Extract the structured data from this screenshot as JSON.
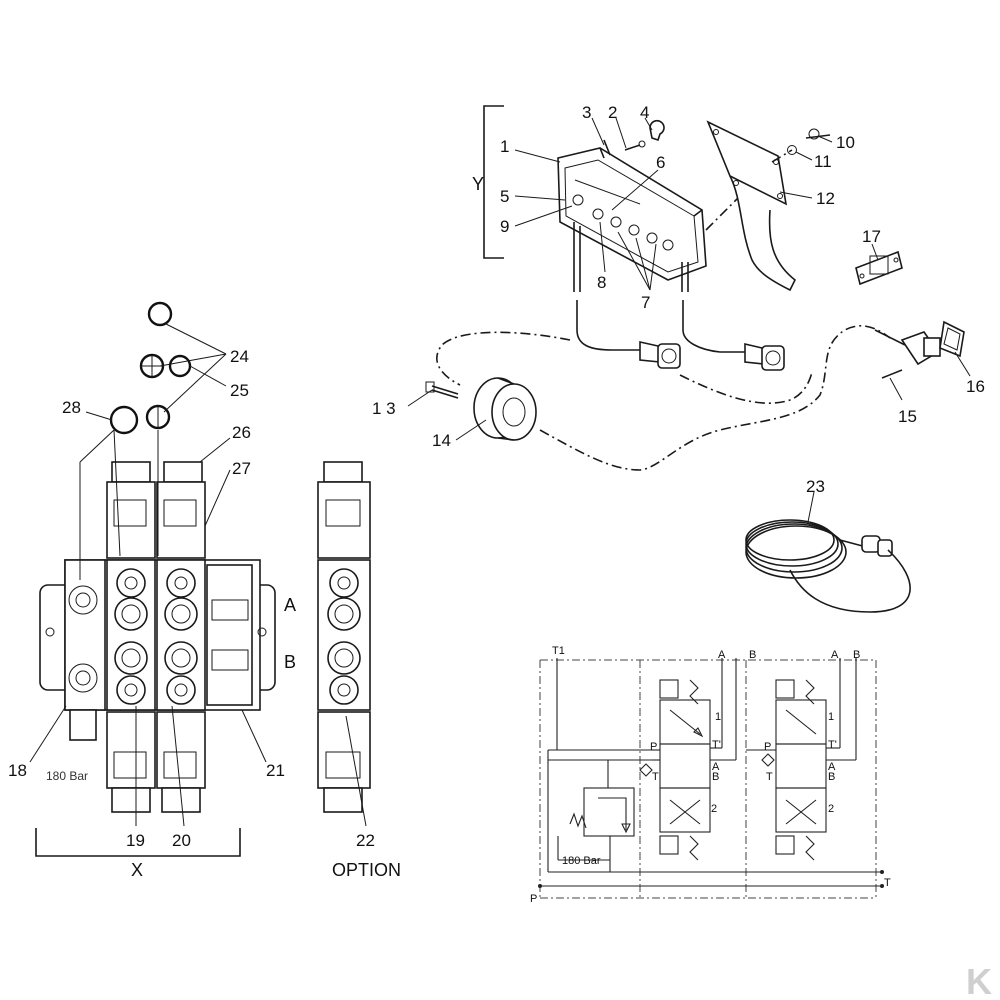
{
  "callouts": {
    "c1": "1",
    "c2": "2",
    "c3": "3",
    "c4": "4",
    "c5": "5",
    "c6": "6",
    "c7": "7",
    "c8": "8",
    "c9": "9",
    "c10": "10",
    "c11": "11",
    "c12": "12",
    "c13": "1 3",
    "c14": "14",
    "c15": "15",
    "c16": "16",
    "c17": "17",
    "c18": "18",
    "c19": "19",
    "c20": "20",
    "c21": "21",
    "c22": "22",
    "c23": "23",
    "c24": "24",
    "c25": "25",
    "c26": "26",
    "c27": "27",
    "c28": "28"
  },
  "group_labels": {
    "y": "Y",
    "x": "X",
    "option": "OPTION",
    "port_a": "A",
    "port_b": "B",
    "pressure": "180 Bar"
  },
  "schematic": {
    "t1": "T1",
    "a1": "A",
    "b1": "B",
    "a2": "A",
    "b2": "B",
    "p_in1": "P",
    "t_in1": "T",
    "tp1": "T'",
    "ab1a": "A",
    "ab1b": "B",
    "p_in2": "P",
    "t_in2": "T",
    "tp2": "T'",
    "ab2a": "A",
    "ab2b": "B",
    "pos1a": "1",
    "pos2a": "2",
    "pos1b": "1",
    "pos2b": "2",
    "relief": "180 Bar",
    "p_out": "P",
    "t_out": "T"
  },
  "watermark": "K",
  "colors": {
    "ink": "#1a1a1a",
    "watermark": "#cfcfcf"
  }
}
